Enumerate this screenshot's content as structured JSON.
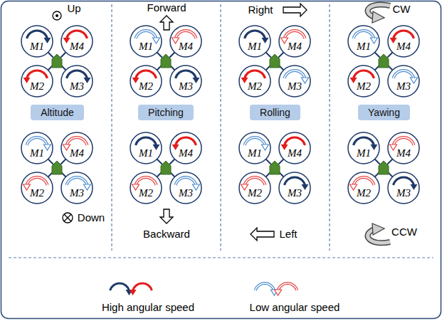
{
  "diagram": {
    "nodes": [
      {
        "text": [
          "M1"
        ]
      },
      {
        "text": [
          "M4"
        ]
      },
      {
        "text": [
          "M2"
        ]
      },
      {
        "text": [
          "M3"
        ]
      },
      {
        "text": [
          "M1"
        ]
      },
      {
        "text": [
          "M4"
        ]
      },
      {
        "text": [
          "M2"
        ]
      },
      {
        "text": [
          "M3"
        ]
      },
      {
        "text": [
          "M1"
        ]
      },
      {
        "text": [
          "M4"
        ]
      },
      {
        "text": [
          "M2"
        ]
      },
      {
        "text": [
          "M3"
        ]
      },
      {
        "text": [
          "M1"
        ]
      },
      {
        "text": [
          "M4"
        ]
      },
      {
        "text": [
          "M2"
        ]
      },
      {
        "text": [
          "M3"
        ]
      },
      {
        "text": [
          "Altitude"
        ]
      },
      {
        "text": [
          "Pitching"
        ]
      },
      {
        "text": [
          "Rolling"
        ]
      },
      {
        "text": [
          "Yawing"
        ]
      },
      {
        "text": [
          "M1"
        ]
      },
      {
        "text": [
          "M4"
        ]
      },
      {
        "text": [
          "M2"
        ]
      },
      {
        "text": [
          "M3"
        ]
      },
      {
        "text": [
          "M1"
        ]
      },
      {
        "text": [
          "M4"
        ]
      },
      {
        "text": [
          "M2"
        ]
      },
      {
        "text": [
          "M3"
        ]
      },
      {
        "text": [
          "M1"
        ]
      },
      {
        "text": [
          "M4"
        ]
      },
      {
        "text": [
          "M2"
        ]
      },
      {
        "text": [
          "M3"
        ]
      },
      {
        "text": [
          "M1"
        ]
      },
      {
        "text": [
          "M4"
        ]
      },
      {
        "text": [
          "M2"
        ]
      },
      {
        "text": [
          "M3"
        ]
      }
    ],
    "labels": [
      "Up",
      "Forward",
      "Right",
      "CW",
      "Down",
      "Backward",
      "Left",
      "CCW"
    ],
    "legend": [
      {
        "text": "High angular speed"
      },
      {
        "text": "Low angular speed"
      }
    ]
  }
}
